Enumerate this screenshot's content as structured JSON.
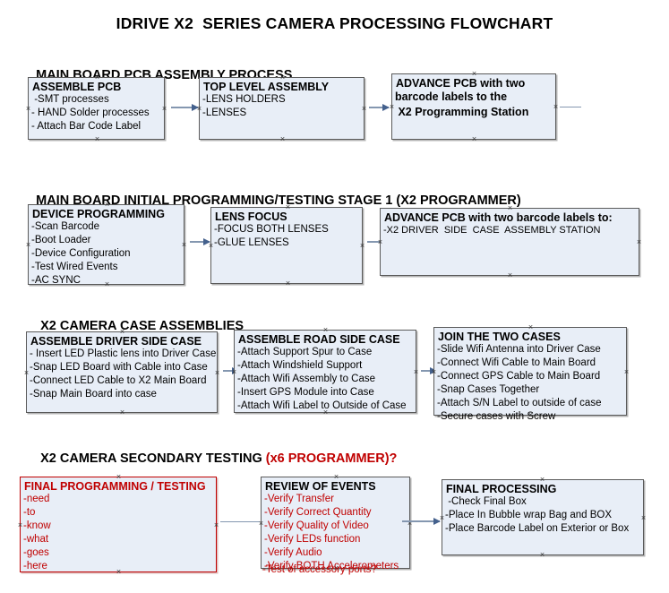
{
  "document": {
    "title": "IDRIVE X2  SERIES CAMERA PROCESSING FLOWCHART"
  },
  "colors": {
    "node_fill": "#e8eef7",
    "node_border": "#5a5a5a",
    "red_accent": "#c00000",
    "connector": "#8497b0",
    "text": "#000000"
  },
  "sections": [
    {
      "id": "main-board-pcb-assembly",
      "heading": "MAIN BOARD PCB ASSEMBLY PROCESS",
      "heading_red": "",
      "nodes": [
        {
          "id": "assemble-pcb",
          "title": "ASSEMBLE PCB",
          "lines": [
            " -SMT processes",
            "- HAND Solder processes",
            "- Attach Bar Code Label"
          ]
        },
        {
          "id": "top-level-assembly",
          "title": "TOP LEVEL ASSEMBLY",
          "lines": [
            "-LENS HOLDERS",
            "-LENSES"
          ]
        },
        {
          "id": "advance-pcb-programming-station",
          "title": "ADVANCE PCB with two",
          "lines": [
            "barcode labels to the",
            " X2 Programming Station"
          ]
        }
      ]
    },
    {
      "id": "main-board-initial-programming",
      "heading": "MAIN BOARD INITIAL PROGRAMMING/TESTING STAGE 1 (X2 PROGRAMMER)",
      "heading_red": "",
      "nodes": [
        {
          "id": "device-programming",
          "title": "DEVICE PROGRAMMING",
          "lines": [
            "-Scan Barcode",
            "-Boot Loader",
            "-Device Configuration",
            "-Test Wired Events",
            "-AC SYNC"
          ]
        },
        {
          "id": "lens-focus",
          "title": "LENS FOCUS",
          "lines": [
            "-FOCUS BOTH LENSES",
            "-GLUE LENSES"
          ]
        },
        {
          "id": "advance-pcb-driver-side-case",
          "title": "ADVANCE PCB with two barcode labels to:",
          "lines": [
            "-X2 DRIVER  SIDE  CASE  ASSEMBLY STATION"
          ]
        }
      ]
    },
    {
      "id": "x2-camera-case-assemblies",
      "heading": "X2 CAMERA CASE ASSEMBLIES",
      "heading_red": "",
      "nodes": [
        {
          "id": "assemble-driver-side-case",
          "title": "ASSEMBLE DRIVER SIDE CASE",
          "lines": [
            "- Insert LED Plastic lens into Driver Case",
            "-Snap LED Board with Cable into Case",
            "-Connect LED Cable to X2 Main Board",
            "-Snap Main Board into case"
          ]
        },
        {
          "id": "assemble-road-side-case",
          "title": "ASSEMBLE ROAD SIDE CASE",
          "lines": [
            "-Attach Support Spur to Case",
            "-Attach Windshield Support",
            "-Attach Wifi Assembly to Case",
            "-Insert GPS Module into Case",
            "-Attach Wifi Label to Outside of Case"
          ]
        },
        {
          "id": "join-the-two-cases",
          "title": "JOIN THE TWO CASES",
          "lines": [
            "-Slide Wifi Antenna into Driver Case",
            "-Connect Wifi Cable to Main Board",
            "-Connect GPS Cable to Main Board",
            "-Snap Cases Together",
            "-Attach S/N Label to outside of case",
            "-Secure cases with Screw"
          ]
        }
      ]
    },
    {
      "id": "x2-camera-secondary-testing",
      "heading": "X2 CAMERA SECONDARY TESTING ",
      "heading_red": "(x6 PROGRAMMER)?",
      "nodes": [
        {
          "id": "final-programming-testing",
          "title": "FINAL PROGRAMMING / TESTING",
          "lines": [
            "-need",
            "-to",
            "-know",
            "-what",
            "-goes",
            "-here"
          ]
        },
        {
          "id": "review-of-events",
          "title": "REVIEW OF EVENTS",
          "lines": [
            "-Verify Transfer",
            "-Verify Correct Quantity",
            "-Verify Quality of Video",
            "-Verify LEDs function",
            "-Verify Audio",
            "-Verify BOTH Accelerometers"
          ],
          "overflow_line": "-Test of accessory ports?"
        },
        {
          "id": "final-processing",
          "title": "FINAL PROCESSING",
          "lines": [
            " -Check Final Box",
            "-Place In Bubble wrap Bag and BOX",
            "-Place Barcode Label on Exterior or Box"
          ]
        }
      ]
    }
  ]
}
